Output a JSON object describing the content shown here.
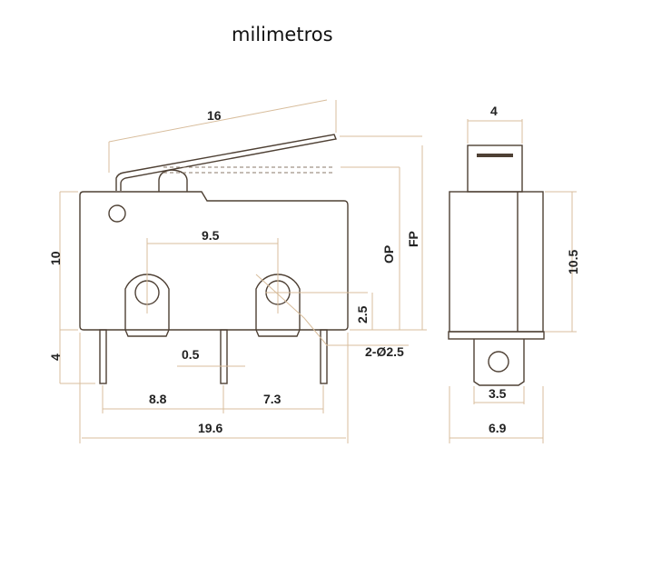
{
  "title": "milimetros",
  "side_view": {
    "lever_length": "16",
    "body_height": "10",
    "pin_length": "4",
    "hole_spacing": "9.5",
    "hole_height": "2.5",
    "hole_diameter": "2-Ø2.5",
    "pin_width": "0.5",
    "pin_spacing_left": "8.8",
    "pin_spacing_right": "7.3",
    "body_length": "19.6",
    "operating_position": "OP",
    "free_position": "FP"
  },
  "end_view": {
    "actuator_width": "4",
    "body_height": "10.5",
    "terminal_width": "3.5",
    "body_width": "6.9"
  }
}
